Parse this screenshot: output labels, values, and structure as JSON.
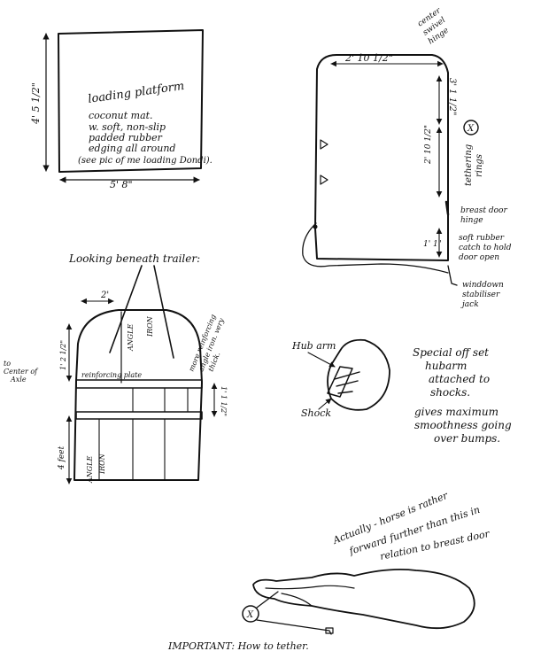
{
  "loading_platform": {
    "height_dim": "4' 5 1/2\"",
    "width_dim": "5' 8\"",
    "title": "loading platform",
    "lines": [
      "coconut mat.",
      "w. soft, non-slip",
      "padded rubber",
      "edging all around",
      "(see pic of me loading Dondi)."
    ]
  },
  "door": {
    "top_width": "2' 10 1/2\"",
    "corner_hinge": [
      "center",
      "swivel",
      "hinge"
    ],
    "upper_height": "3' 1 1/2\"",
    "middle_height": "2' 10 1/2\"",
    "lower_height": "1' 1\"",
    "tethering_rings": [
      "tethering",
      "rings"
    ],
    "ring_symbol": "X",
    "breast_door_hinge": [
      "breast door",
      "hinge"
    ],
    "soft_rubber_catch": [
      "soft rubber",
      "catch to hold",
      "door open"
    ],
    "wind_down_jack": [
      "winddown",
      "stabiliser",
      "jack"
    ]
  },
  "beneath": {
    "heading": "Looking beneath trailer:",
    "front_width": "2'",
    "angle_iron_upper": [
      "ANGLE",
      "IRON"
    ],
    "angle_iron_lower": [
      "ANGLE",
      "IRON"
    ],
    "reinforcing_plate": "reinforcing plate",
    "more_reinforcing": [
      "more reinforcing",
      "angle iron. very",
      "thick."
    ],
    "center_of_axle": [
      "to",
      "Center of",
      "Axle"
    ],
    "dim_upper_left": "1' 2 1/2\"",
    "dim_lower_left": "4 feet",
    "dim_right": "1' 1 1/2\""
  },
  "suspension": {
    "hub_arm": "Hub arm",
    "shock": "Shock",
    "note": [
      "Special off set",
      "hubarm",
      "attached to",
      "shocks.",
      "gives maximum",
      "smoothness going",
      "over bumps."
    ]
  },
  "horse": {
    "note": [
      "Actually - horse is rather",
      "forward further than this in",
      "relation to breast door"
    ],
    "ring_symbol": "X",
    "important": "IMPORTANT: How to tether."
  }
}
